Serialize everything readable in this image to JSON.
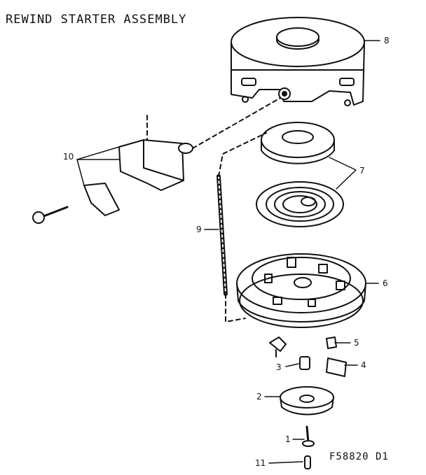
{
  "title": "REWIND STARTER ASSEMBLY",
  "drawing_code": "F58820 D1",
  "callouts": [
    "1",
    "2",
    "3",
    "4",
    "5",
    "6",
    "7",
    "8",
    "9",
    "10",
    "11"
  ],
  "colors": {
    "ink": "#111111",
    "paper": "#ffffff"
  }
}
